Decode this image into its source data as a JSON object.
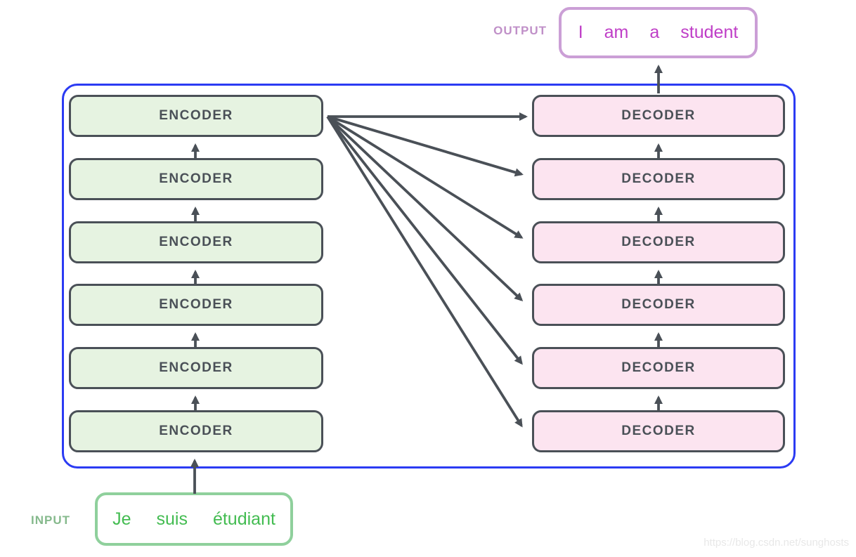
{
  "output": {
    "label": "OUTPUT",
    "tokens": [
      "I",
      "am",
      "a",
      "student"
    ]
  },
  "input": {
    "label": "INPUT",
    "tokens": [
      "Je",
      "suis",
      "étudiant"
    ]
  },
  "encoders": [
    "ENCODER",
    "ENCODER",
    "ENCODER",
    "ENCODER",
    "ENCODER",
    "ENCODER"
  ],
  "decoders": [
    "DECODER",
    "DECODER",
    "DECODER",
    "DECODER",
    "DECODER",
    "DECODER"
  ],
  "watermark": "https://blog.csdn.net/sunghosts",
  "colors": {
    "container_border": "#2b3bf3",
    "box_border": "#4a5057",
    "box_text": "#4a5057",
    "encoder_fill": "#e6f3e1",
    "decoder_fill": "#fce4f0",
    "arrow": "#4a5057",
    "output_box_border": "#cb9fd6",
    "output_label_text": "#c090c8",
    "output_token_text": "#bf3ec7",
    "input_box_border": "#8fd09c",
    "input_label_text": "#85b98c",
    "input_token_text": "#43bc51",
    "watermark_text": "#e8e8e8"
  }
}
